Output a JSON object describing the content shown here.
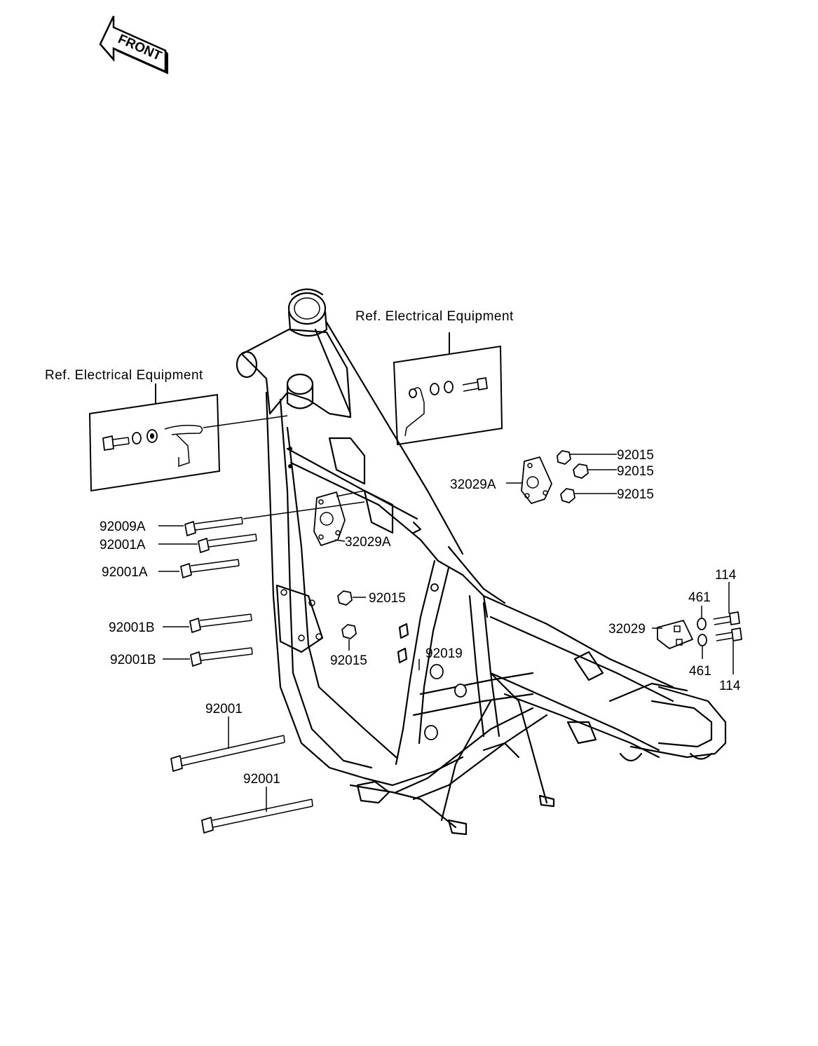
{
  "front_arrow": {
    "label": "FRONT"
  },
  "references": [
    {
      "text": "Ref.  Electrical Equipment"
    },
    {
      "text": "Ref.  Electrical Equipment"
    }
  ],
  "labels": [
    {
      "text": "92015"
    },
    {
      "text": "92015"
    },
    {
      "text": "92015"
    },
    {
      "text": "32029A"
    },
    {
      "text": "32029A"
    },
    {
      "text": "92009A"
    },
    {
      "text": "92001A"
    },
    {
      "text": "92001A"
    },
    {
      "text": "92015"
    },
    {
      "text": "92015"
    },
    {
      "text": "92019"
    },
    {
      "text": "92001B"
    },
    {
      "text": "92001B"
    },
    {
      "text": "92001"
    },
    {
      "text": "92001"
    },
    {
      "text": "114"
    },
    {
      "text": "461"
    },
    {
      "text": "32029"
    },
    {
      "text": "461"
    },
    {
      "text": "114"
    }
  ]
}
